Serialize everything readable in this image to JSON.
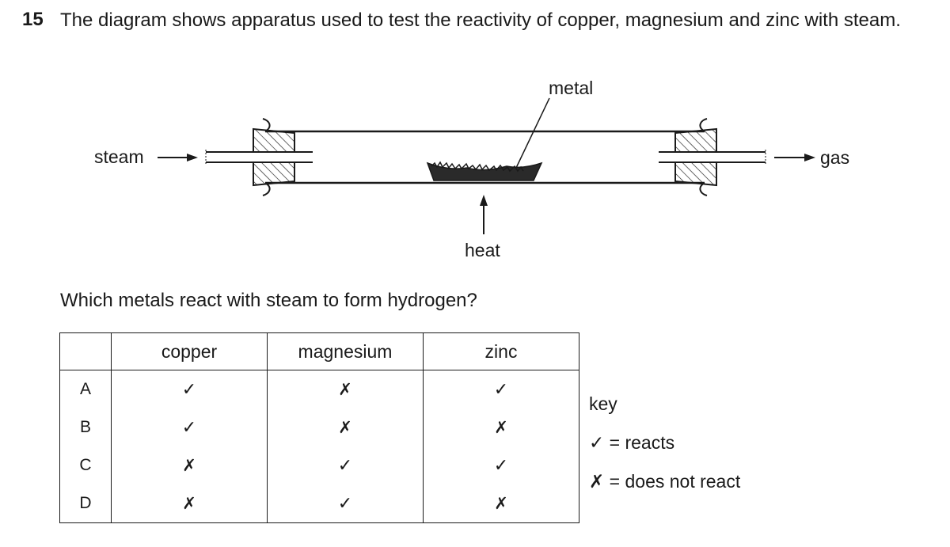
{
  "question": {
    "number": "15",
    "text": "The diagram shows apparatus used to test the reactivity of copper, magnesium and zinc with steam.",
    "prompt": "Which metals react with steam to form hydrogen?"
  },
  "diagram": {
    "labels": {
      "steam": "steam",
      "gas": "gas",
      "metal": "metal",
      "heat": "heat"
    }
  },
  "table": {
    "headers": [
      "copper",
      "magnesium",
      "zinc"
    ],
    "rows": [
      {
        "option": "A",
        "copper": "✓",
        "magnesium": "✗",
        "zinc": "✓"
      },
      {
        "option": "B",
        "copper": "✓",
        "magnesium": "✗",
        "zinc": "✗"
      },
      {
        "option": "C",
        "copper": "✗",
        "magnesium": "✓",
        "zinc": "✓"
      },
      {
        "option": "D",
        "copper": "✗",
        "magnesium": "✓",
        "zinc": "✗"
      }
    ]
  },
  "key": {
    "title": "key",
    "reacts": "✓ = reacts",
    "not_react": "✗ = does not react"
  }
}
